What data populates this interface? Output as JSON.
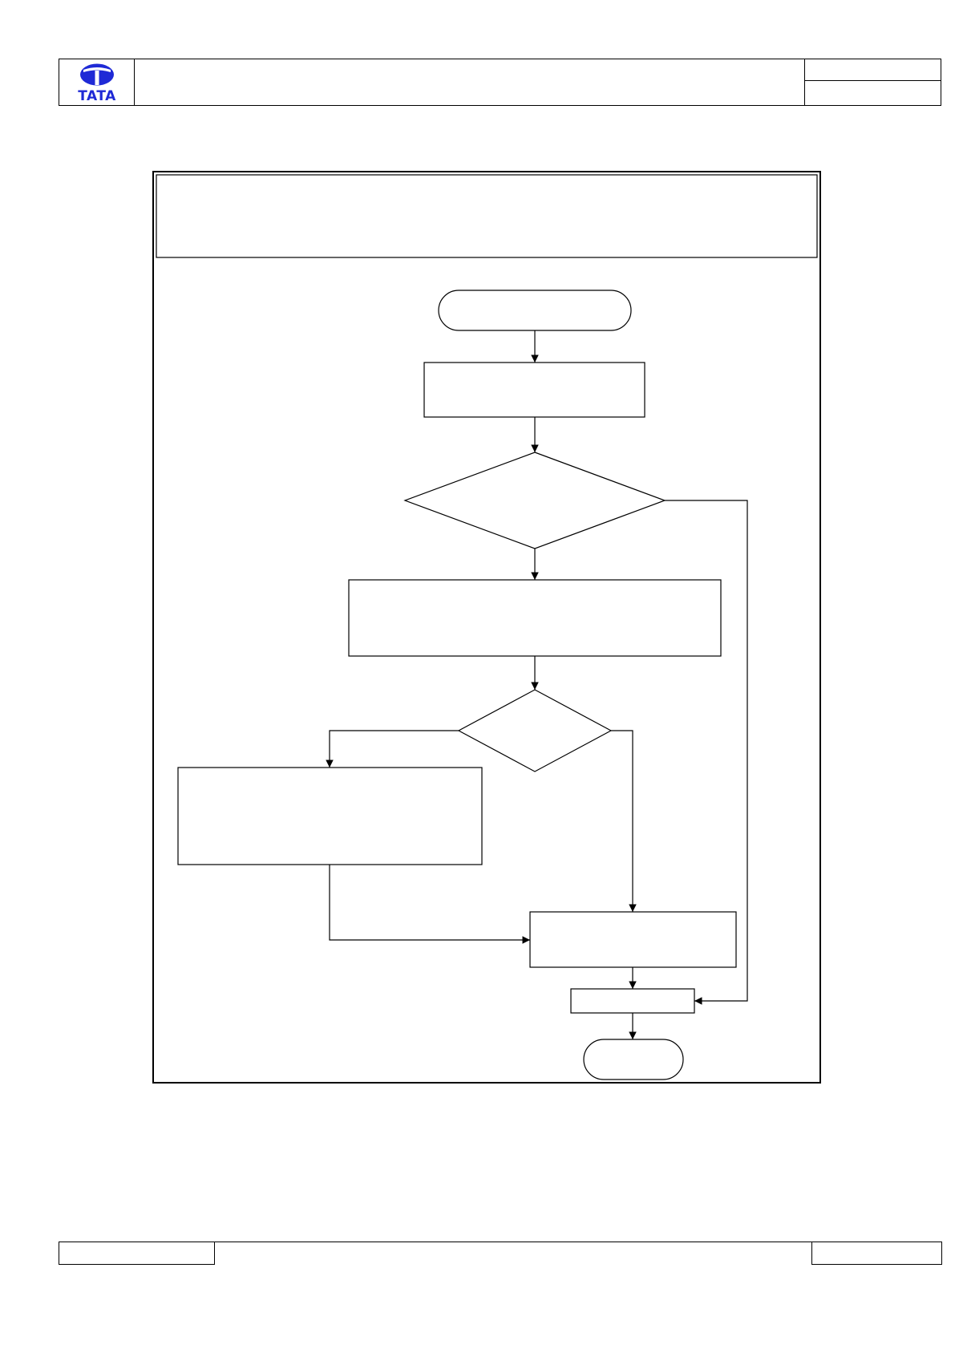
{
  "header": {
    "logo": {
      "name": "tata-logo",
      "text": "TATA",
      "color": "#1f2ad6"
    }
  },
  "flowchart": {
    "nodes": [
      {
        "id": "start",
        "shape": "terminator"
      },
      {
        "id": "process-1",
        "shape": "process"
      },
      {
        "id": "decision-1",
        "shape": "decision"
      },
      {
        "id": "process-2",
        "shape": "process"
      },
      {
        "id": "decision-2",
        "shape": "decision"
      },
      {
        "id": "process-3",
        "shape": "process"
      },
      {
        "id": "process-4",
        "shape": "process"
      },
      {
        "id": "process-5",
        "shape": "process"
      },
      {
        "id": "end",
        "shape": "terminator"
      }
    ],
    "edges": [
      {
        "from": "start",
        "to": "process-1"
      },
      {
        "from": "process-1",
        "to": "decision-1"
      },
      {
        "from": "decision-1",
        "to": "process-2"
      },
      {
        "from": "decision-1",
        "to": "process-5"
      },
      {
        "from": "process-2",
        "to": "decision-2"
      },
      {
        "from": "decision-2",
        "to": "process-3"
      },
      {
        "from": "decision-2",
        "to": "process-4"
      },
      {
        "from": "process-3",
        "to": "process-4"
      },
      {
        "from": "process-4",
        "to": "process-5"
      },
      {
        "from": "process-5",
        "to": "end"
      }
    ]
  }
}
